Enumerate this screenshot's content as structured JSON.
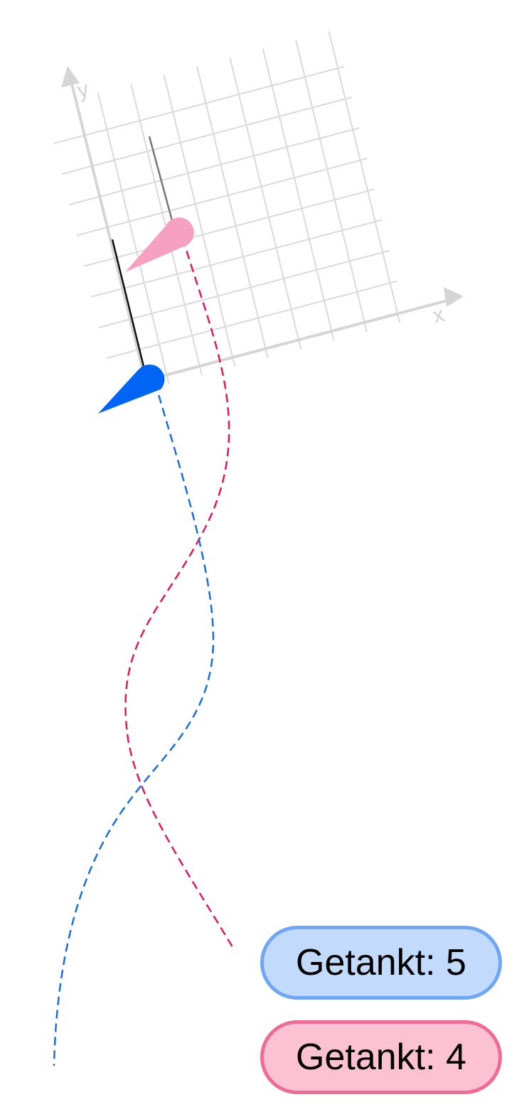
{
  "axes": {
    "x_label": "x",
    "y_label": "y"
  },
  "badges": {
    "blue": {
      "label": "Getankt: 5"
    },
    "pink": {
      "label": "Getankt: 4"
    }
  },
  "colors": {
    "grid": "#dadada",
    "axis": "#d5d5d5",
    "blue": "#0064f5",
    "blue_trail": "#1a6ee0",
    "pink": "#f7a1c0",
    "pink_trail": "#e0195a",
    "blue_badge_fill": "#c2dafc",
    "blue_badge_border": "#6fa6f5",
    "pink_badge_fill": "#fcc2d4",
    "pink_badge_border": "#f06b94"
  }
}
